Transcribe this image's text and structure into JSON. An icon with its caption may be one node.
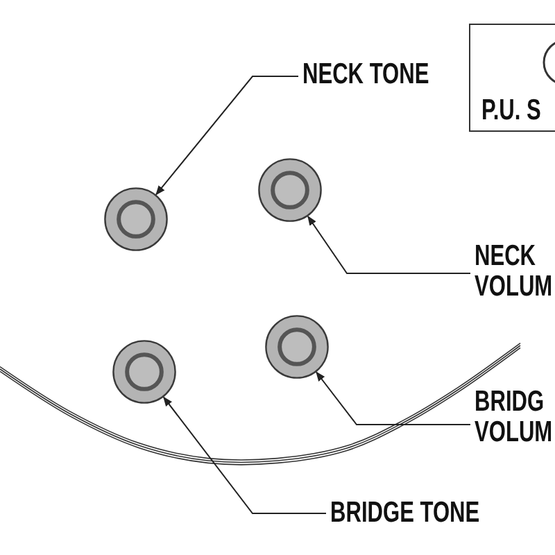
{
  "diagram": {
    "nodes": [
      {
        "text": [
          "NECK TONE"
        ]
      },
      {
        "text": [
          "P.U. S"
        ]
      },
      {
        "text": [],
        "shape": "circle"
      },
      {
        "text": [],
        "shape": "circle"
      },
      {
        "text": [
          "NECK VOLUM"
        ]
      },
      {
        "text": [],
        "shape": "circle"
      },
      {
        "text": [],
        "shape": "circle"
      },
      {
        "text": [
          "BRIDG VOLUM"
        ]
      },
      {
        "text": [
          "BRIDGE TONE"
        ]
      }
    ],
    "edges": [
      {
        "from": 0,
        "to": 2,
        "arrow": "to"
      },
      {
        "from": 4,
        "to": 3,
        "arrow": "to"
      },
      {
        "from": 7,
        "to": 6,
        "arrow": "to"
      },
      {
        "from": 8,
        "to": 5,
        "arrow": "to"
      }
    ]
  }
}
